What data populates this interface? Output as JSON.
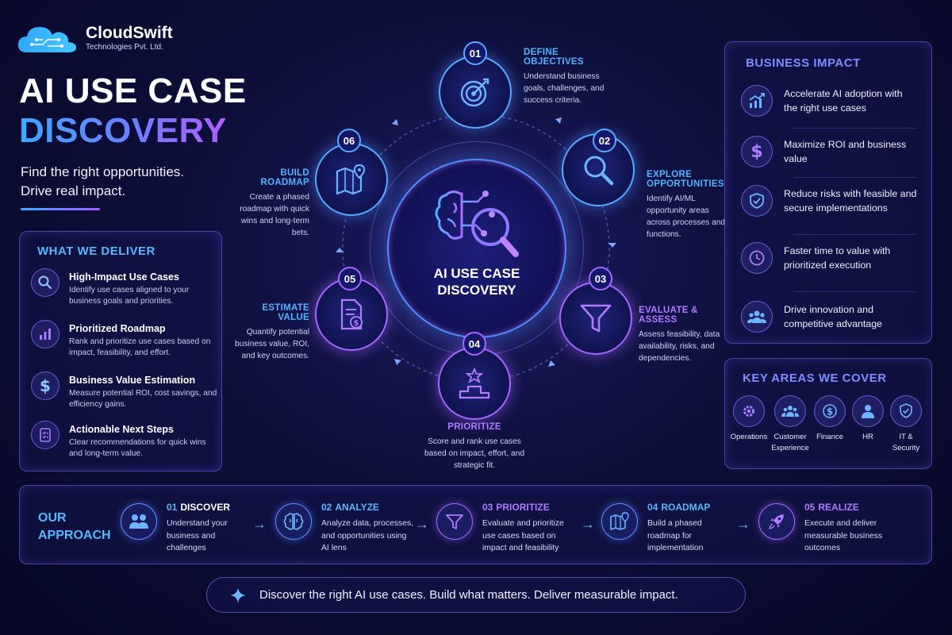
{
  "brand": {
    "name": "CloudSwift",
    "subtitle": "Technologies Pvt. Ltd."
  },
  "hero": {
    "title_line1": "AI USE CASE",
    "title_line2": "DISCOVERY",
    "tagline_line1": "Find the right opportunities.",
    "tagline_line2": "Drive real impact."
  },
  "deliver": {
    "title": "WHAT WE DELIVER",
    "items": [
      {
        "icon": "search-icon",
        "title": "High-Impact Use Cases",
        "text": "Identify use cases aligned to your business goals and priorities."
      },
      {
        "icon": "bar-chart-icon",
        "title": "Prioritized Roadmap",
        "text": "Rank and prioritize use cases based on impact, feasibility, and effort."
      },
      {
        "icon": "dollar-icon",
        "title": "Business Value Estimation",
        "text": "Measure potential ROI, cost savings, and efficiency gains."
      },
      {
        "icon": "checklist-icon",
        "title": "Actionable Next Steps",
        "text": "Clear recommendations for quick wins and long-term value."
      }
    ]
  },
  "cycle": {
    "center_line1": "AI USE CASE",
    "center_line2": "DISCOVERY",
    "steps": [
      {
        "num": "01",
        "icon": "target-icon",
        "title": "DEFINE OBJECTIVES",
        "text": "Understand business goals, challenges, and success criteria."
      },
      {
        "num": "02",
        "icon": "magnifier-icon",
        "title": "EXPLORE OPPORTUNITIES",
        "text": "Identify AI/ML opportunity areas across processes and functions."
      },
      {
        "num": "03",
        "icon": "funnel-icon",
        "title": "EVALUATE & ASSESS",
        "text": "Assess feasibility, data availability, risks, and dependencies."
      },
      {
        "num": "04",
        "icon": "podium-star-icon",
        "title": "PRIORITIZE",
        "text": "Score and rank use cases based on impact, effort, and strategic fit."
      },
      {
        "num": "05",
        "icon": "document-dollar-icon",
        "title": "ESTIMATE VALUE",
        "text": "Quantify potential business value, ROI, and key outcomes."
      },
      {
        "num": "06",
        "icon": "map-pin-icon",
        "title": "BUILD ROADMAP",
        "text": "Create a phased roadmap with quick wins and long-term bets."
      }
    ]
  },
  "impact": {
    "title": "BUSINESS IMPACT",
    "items": [
      {
        "icon": "trend-up-icon",
        "text": "Accelerate AI adoption with the right use cases"
      },
      {
        "icon": "dollar-icon",
        "text": "Maximize ROI and business value"
      },
      {
        "icon": "shield-check-icon",
        "text": "Reduce risks with feasible and secure implementations"
      },
      {
        "icon": "clock-icon",
        "text": "Faster time to value with prioritized execution"
      },
      {
        "icon": "team-icon",
        "text": "Drive innovation and competitive advantage"
      }
    ]
  },
  "areas": {
    "title": "KEY AREAS WE COVER",
    "items": [
      {
        "icon": "gear-icon",
        "label": "Operations"
      },
      {
        "icon": "people-icon",
        "label": "Customer Experience"
      },
      {
        "icon": "coin-icon",
        "label": "Finance"
      },
      {
        "icon": "person-icon",
        "label": "HR"
      },
      {
        "icon": "shield-check-icon",
        "label": "IT & Security"
      }
    ]
  },
  "approach": {
    "title_line1": "OUR",
    "title_line2": "APPROACH",
    "steps": [
      {
        "num": "01",
        "name": "DISCOVER",
        "icon": "users-icon",
        "text": "Understand your business and challenges"
      },
      {
        "num": "02",
        "name": "ANALYZE",
        "icon": "brain-icon",
        "text": "Analyze data, processes, and opportunities using AI lens"
      },
      {
        "num": "03",
        "name": "PRIORITIZE",
        "icon": "funnel-icon",
        "text": "Evaluate and prioritize use cases based on impact and feasibility"
      },
      {
        "num": "04",
        "name": "ROADMAP",
        "icon": "map-pin-icon",
        "text": "Build a phased roadmap for implementation"
      },
      {
        "num": "05",
        "name": "REALIZE",
        "icon": "rocket-icon",
        "text": "Execute and deliver measurable business outcomes"
      }
    ]
  },
  "footer": {
    "text": "Discover the right AI use cases. Build what matters. Deliver measurable impact."
  },
  "colors": {
    "accent_blue": "#58b8ff",
    "accent_purple": "#b07bff",
    "background": "#0d0f3a"
  }
}
